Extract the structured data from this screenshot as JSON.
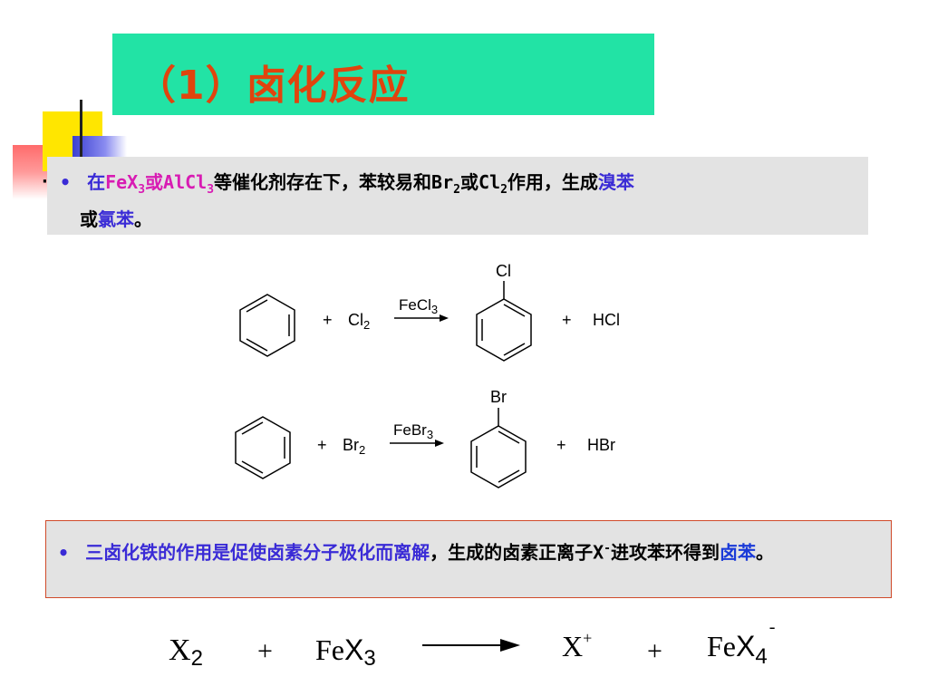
{
  "title": "（1）卤化反应",
  "para1": {
    "bullet": "•",
    "p1": "在",
    "fe": "FeX",
    "fe_sub": "3",
    "huo1": "或",
    "al": "AlCl",
    "al_sub": "3",
    "p2": "等催化剂存在下，苯较易和Br",
    "br_sub": "2",
    "p3": "或Cl",
    "cl_sub": "2",
    "p4": "作用，生成",
    "xiu": "溴苯",
    "p5": "或",
    "lv": "氯苯",
    "p6": "。"
  },
  "reaction1": {
    "plus": "+",
    "reagent": "Cl",
    "reagent_sub": "2",
    "catalyst": "FeCl",
    "catalyst_sub": "3",
    "substituent": "Cl",
    "plus2": "+",
    "byproduct": "HCl"
  },
  "reaction2": {
    "plus": "+",
    "reagent": "Br",
    "reagent_sub": "2",
    "catalyst": "FeBr",
    "catalyst_sub": "3",
    "substituent": "Br",
    "plus2": "+",
    "byproduct": "HBr"
  },
  "para2": {
    "bullet": "•",
    "p1": "三卤化铁的作用是促使卤素分子极化而离解",
    "p2": "，生成的卤素正离子X",
    "sup": "-",
    "p3": "进攻苯环得到",
    "hl": "卤苯",
    "p4": "。"
  },
  "equation": {
    "x2": "X",
    "x2_sub": "2",
    "plus1": "+",
    "fex3": "Fe",
    "fex3_x": "X",
    "fex3_sub": "3",
    "xplus": "X",
    "xplus_sup": "+",
    "plus2": "+",
    "fex4": "Fe",
    "fex4_x": "X",
    "fex4_sub": "4",
    "fex4_sup": "-"
  }
}
